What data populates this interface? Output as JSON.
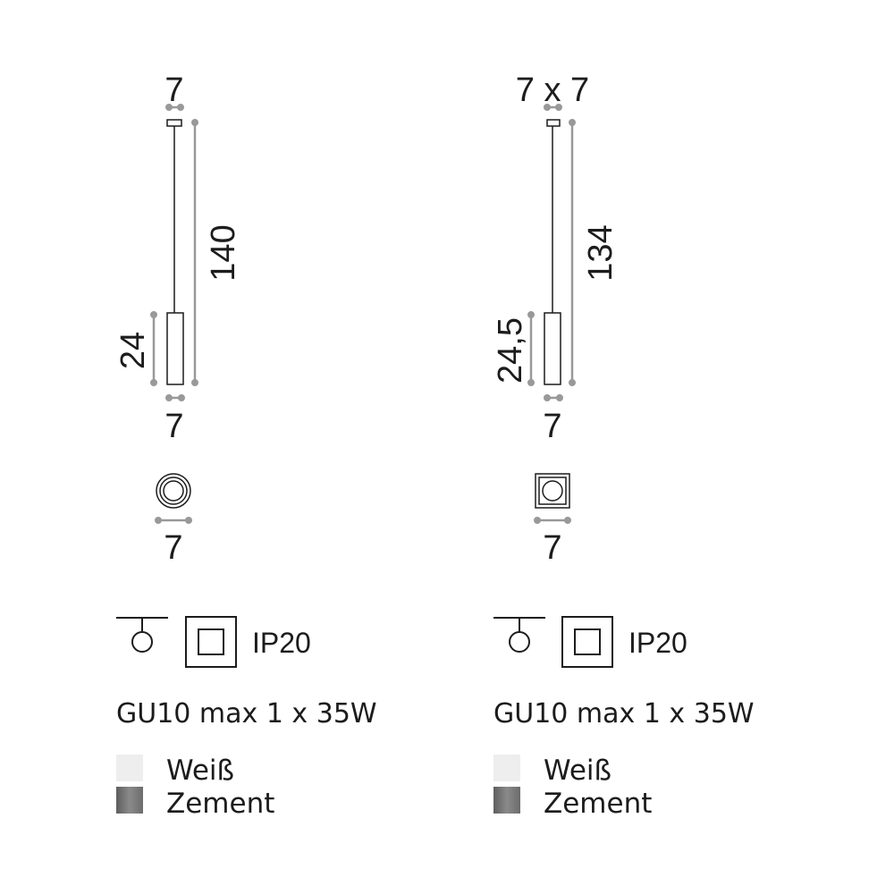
{
  "left": {
    "top_width": "7",
    "total_height": "140",
    "body_height": "24",
    "bottom_width": "7",
    "plan_width": "7",
    "ip_rating": "IP20",
    "spec": "GU10 max 1 x 35W",
    "finishes": [
      {
        "label": "Weiß",
        "color": "#eeeeee"
      },
      {
        "label": "Zement",
        "color": "#7a7a7a"
      }
    ]
  },
  "right": {
    "top_width": "7 x 7",
    "total_height": "134",
    "body_height": "24,5",
    "bottom_width": "7",
    "plan_width": "7",
    "ip_rating": "IP20",
    "spec": "GU10 max 1 x 35W",
    "finishes": [
      {
        "label": "Weiß",
        "color": "#eeeeee"
      },
      {
        "label": "Zement",
        "color": "#7a7a7a"
      }
    ]
  },
  "colors": {
    "dimension_line": "#999999",
    "drawing_line": "#1c1c1c"
  }
}
